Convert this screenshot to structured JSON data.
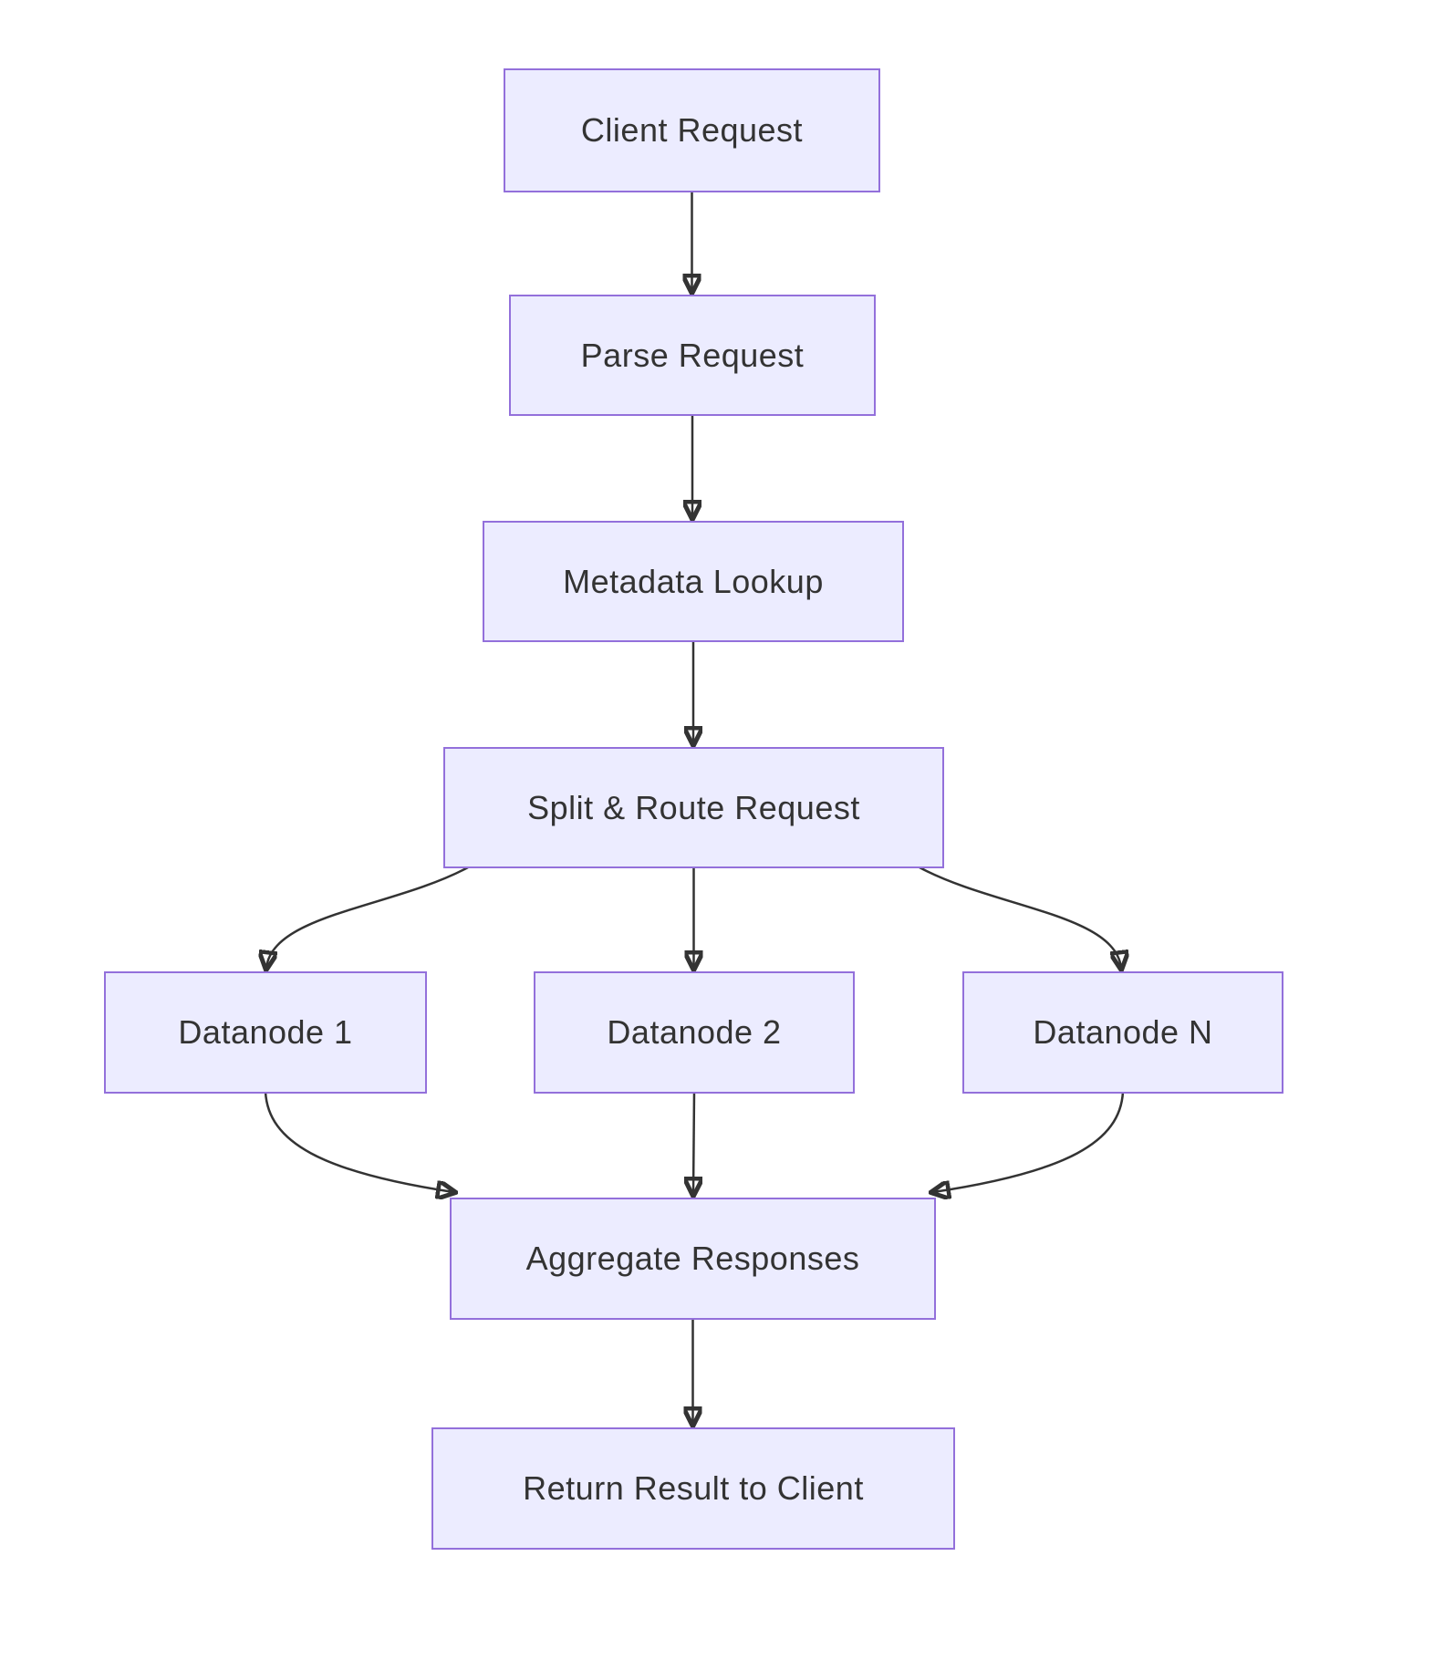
{
  "diagram": {
    "type": "flowchart",
    "direction": "top-down",
    "colors": {
      "background": "#FFFFFF",
      "node_fill": "#ECECFF",
      "node_border": "#9370DB",
      "edge_stroke": "#333333",
      "text": "#333333"
    },
    "nodes": [
      {
        "id": "client_request",
        "label": "Client Request"
      },
      {
        "id": "parse_request",
        "label": "Parse Request"
      },
      {
        "id": "metadata_lookup",
        "label": "Metadata Lookup"
      },
      {
        "id": "split_route",
        "label": "Split & Route Request"
      },
      {
        "id": "datanode_1",
        "label": "Datanode 1"
      },
      {
        "id": "datanode_2",
        "label": "Datanode 2"
      },
      {
        "id": "datanode_n",
        "label": "Datanode N"
      },
      {
        "id": "aggregate_responses",
        "label": "Aggregate Responses"
      },
      {
        "id": "return_result",
        "label": "Return Result to Client"
      }
    ],
    "edges": [
      {
        "from": "client_request",
        "to": "parse_request"
      },
      {
        "from": "parse_request",
        "to": "metadata_lookup"
      },
      {
        "from": "metadata_lookup",
        "to": "split_route"
      },
      {
        "from": "split_route",
        "to": "datanode_1"
      },
      {
        "from": "split_route",
        "to": "datanode_2"
      },
      {
        "from": "split_route",
        "to": "datanode_n"
      },
      {
        "from": "datanode_1",
        "to": "aggregate_responses"
      },
      {
        "from": "datanode_2",
        "to": "aggregate_responses"
      },
      {
        "from": "datanode_n",
        "to": "aggregate_responses"
      },
      {
        "from": "aggregate_responses",
        "to": "return_result"
      }
    ]
  }
}
